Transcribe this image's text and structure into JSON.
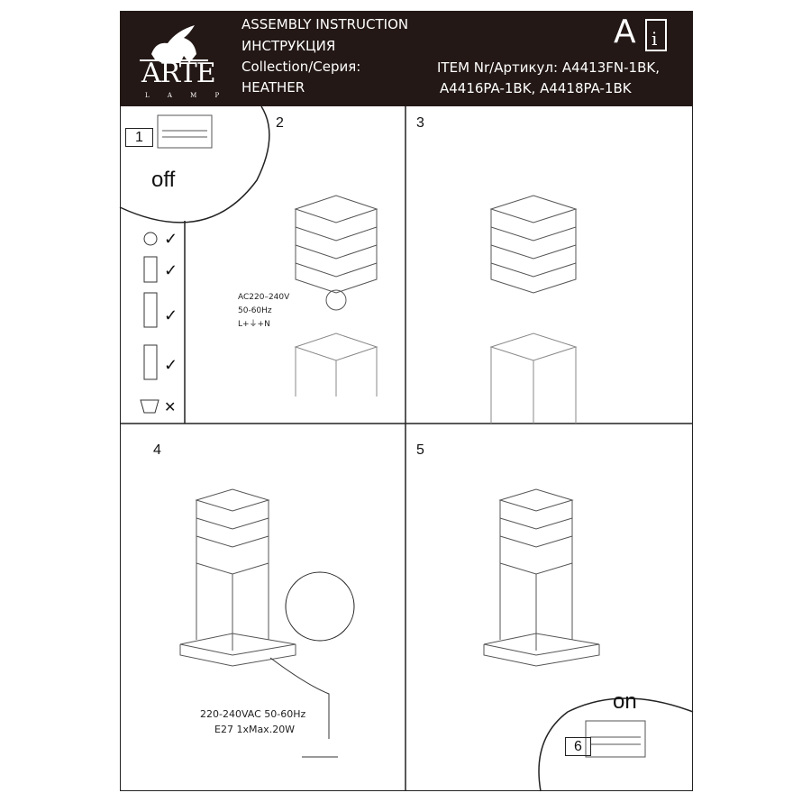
{
  "header": {
    "brand": "ARTE",
    "brand_sub": "L A M P",
    "title_en": "ASSEMBLY INSTRUCTION",
    "title_ru": "ИНСТРУКЦИЯ",
    "collection_label": "Collection/Серия:",
    "collection": "HEATHER",
    "grade": "A",
    "item_line1": "ITEM Nr/Артикул: A4413FN-1BK,",
    "item_line2": "A4416PA-1BK, A4418PA-1BK"
  },
  "steps": {
    "s1": "1",
    "s2": "2",
    "s3": "3",
    "s4": "4",
    "s5": "5",
    "s6": "6",
    "off": "off",
    "on": "on"
  },
  "step2": {
    "voltage": "AC220–240V",
    "freq": "50-60Hz",
    "wiring": "L+⏚+N"
  },
  "step4": {
    "spec1": "220-240VAC   50-60Hz",
    "spec2": "E27  1xMax.20W"
  },
  "bulbs": [
    {
      "type": "incandescent",
      "mark": "✓"
    },
    {
      "type": "spiral-cfl",
      "mark": "✓"
    },
    {
      "type": "cfl",
      "mark": "✓"
    },
    {
      "type": "led-corn",
      "mark": "✓"
    },
    {
      "type": "gu10-spot",
      "mark": "✕"
    }
  ]
}
